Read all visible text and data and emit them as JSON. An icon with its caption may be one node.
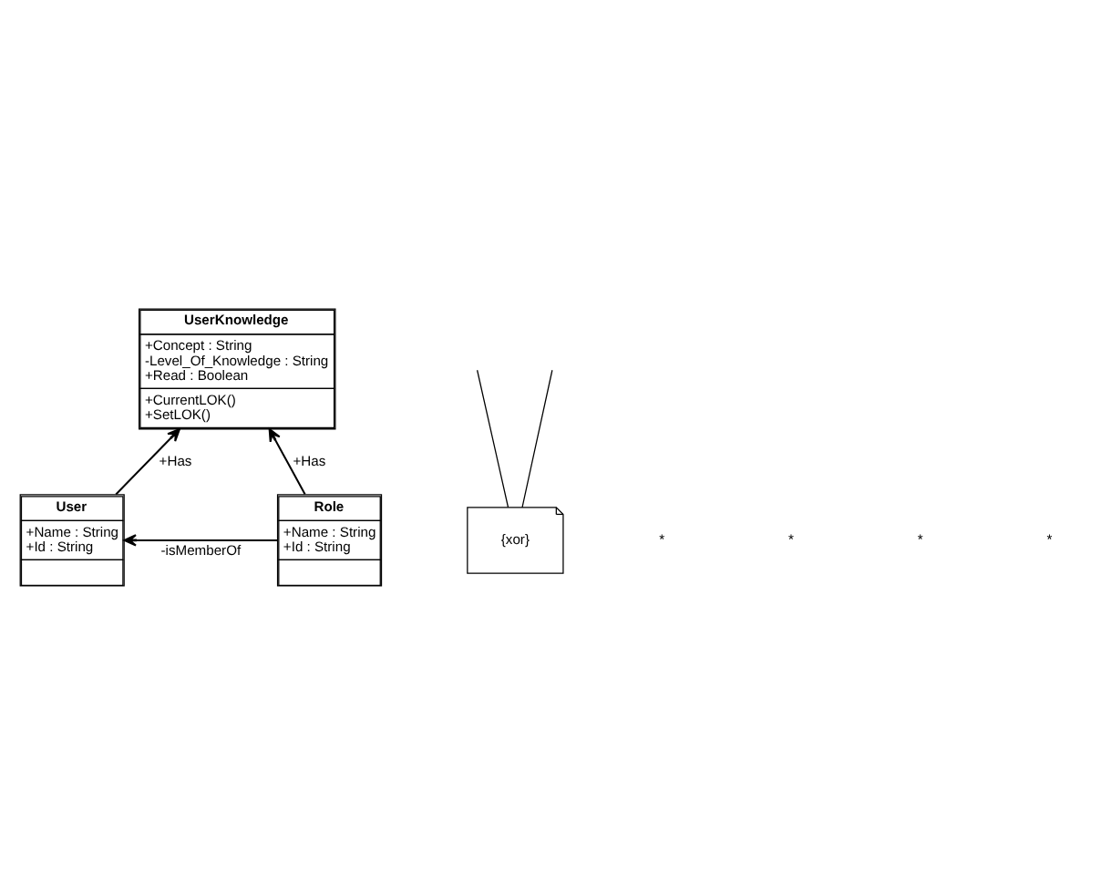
{
  "diagram": {
    "nodes": [
      {
        "text": [
          "UserKnowledge",
          "+Concept : String -Level_Of_Knowledge : String +Read : Boolean",
          "+CurrentLOK() +SetLOK()"
        ]
      },
      {
        "text": [
          "User",
          "+Name : String +Id : String"
        ]
      },
      {
        "text": [
          "Role",
          "+Name : String +Id : String"
        ]
      },
      {
        "text": [
          "{xor}"
        ]
      }
    ],
    "edges": [
      {
        "from": 1,
        "to": 0,
        "arrow": "to",
        "label": "+Has"
      },
      {
        "from": 2,
        "to": 0,
        "arrow": "to",
        "label": "+Has"
      },
      {
        "from": 2,
        "to": 1,
        "arrow": "to",
        "label": "-isMemberOf"
      },
      {
        "from": 3,
        "to": null,
        "arrow": "none"
      },
      {
        "from": 3,
        "to": null,
        "arrow": "none"
      }
    ],
    "labels": [
      "*",
      "*",
      "*",
      "*"
    ]
  }
}
